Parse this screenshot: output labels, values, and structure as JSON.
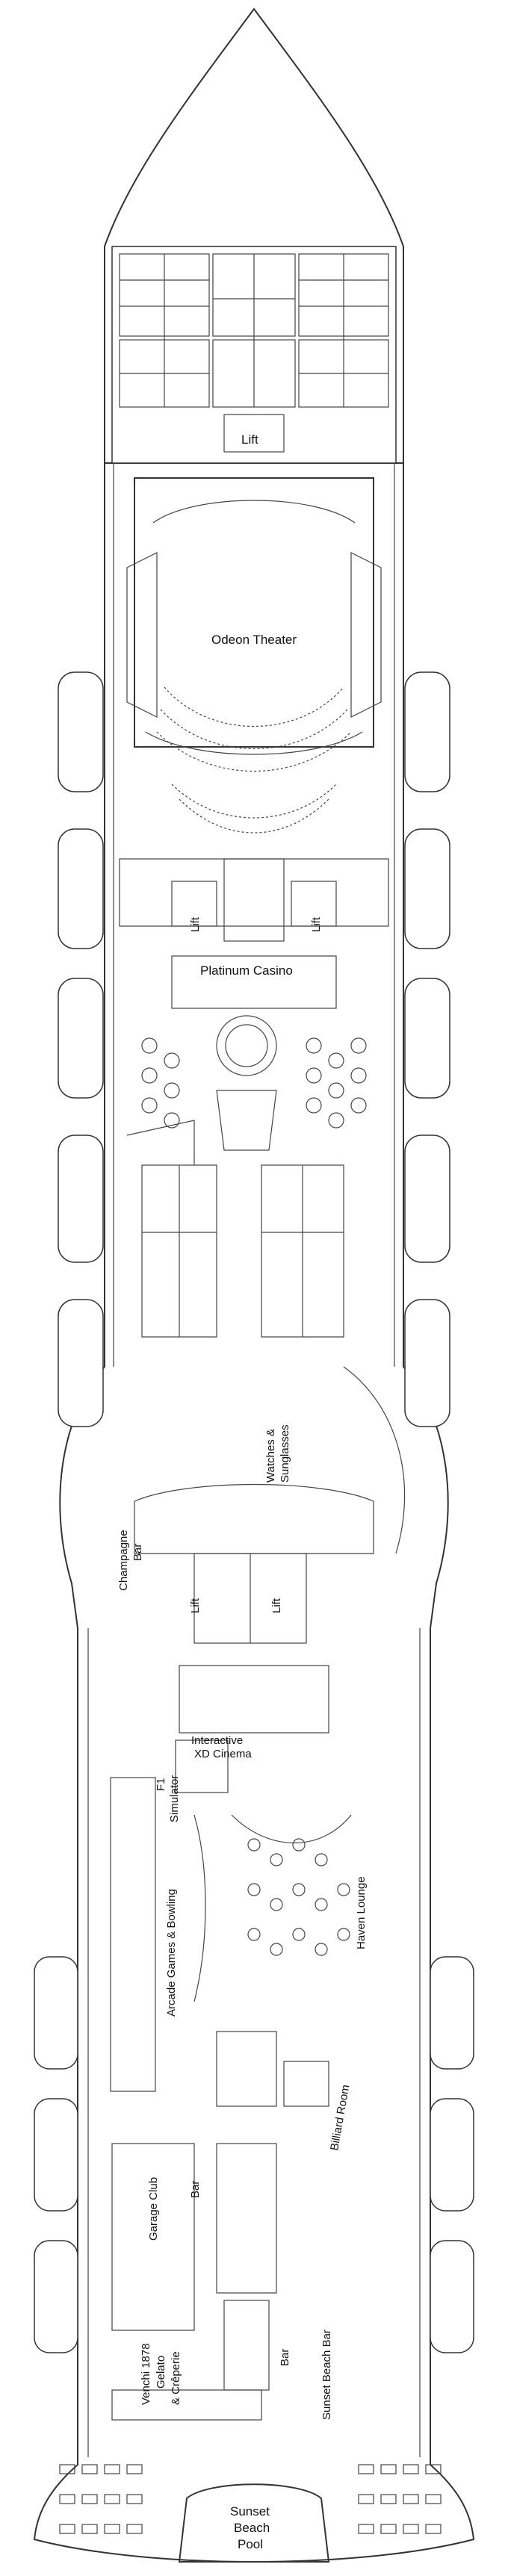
{
  "labels": {
    "lift_top": "Lift",
    "odeon_theater": "Odeon Theater",
    "lift_casino_left": "Lift",
    "lift_casino_right": "Lift",
    "platinum_casino": "Platinum Casino",
    "watches_line1": "Watches &",
    "watches_line2": "Sunglasses",
    "champagne_line1": "Champagne",
    "champagne_line2": "Bar",
    "lift_mid_left": "Lift",
    "lift_mid_right": "Lift",
    "interactive_line1": "Interactive",
    "interactive_line2": "XD Cinema",
    "f1_line1": "F1",
    "f1_line2": "Simulator",
    "arcade": "Arcade Games & Bowling",
    "haven_lounge": "Haven Lounge",
    "billiard_room": "Billiard Room",
    "garage_club": "Garage Club",
    "bar_mid": "Bar",
    "venchi_line1": "Venchi 1878",
    "venchi_line2": "Gelato",
    "venchi_line3": "& Crêperie",
    "bar_aft": "Bar",
    "sunset_beach_bar": "Sunset Beach Bar",
    "sunset_pool_line1": "Sunset",
    "sunset_pool_line2": "Beach",
    "sunset_pool_line3": "Pool"
  }
}
